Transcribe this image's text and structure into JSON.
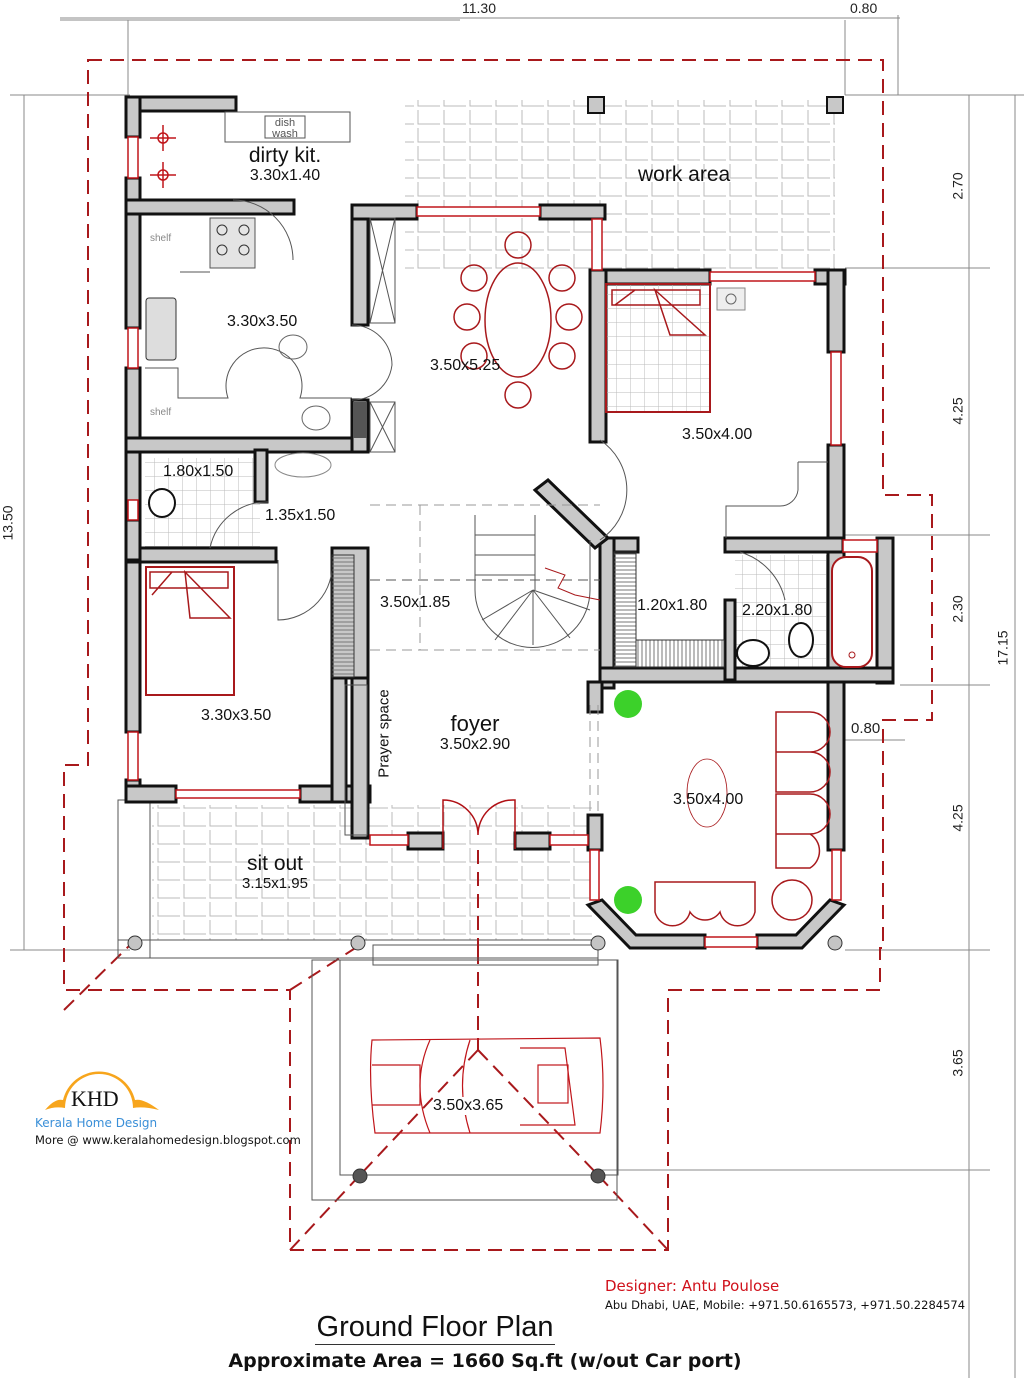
{
  "plan": {
    "title": "Ground Floor Plan",
    "subtitle": "Approximate Area = 1660 Sq.ft (w/out Car port)",
    "colors": {
      "wall_fill": "#c8c8c8",
      "wall_stroke": "#111111",
      "accent_red": "#b01015",
      "plant_green": "#3cd12a",
      "logo_orange": "#f7a51c",
      "logo_blue": "#3a8fd8"
    }
  },
  "rooms": {
    "dirty_kitchen": {
      "name": "dirty kit.",
      "size": "3.30x1.40",
      "fixture": "dish wash"
    },
    "kitchen": {
      "size": "3.30x3.50",
      "shelf_1": "shelf",
      "shelf_2": "shelf"
    },
    "work_area": {
      "name": "work area"
    },
    "dining": {
      "size": "3.50x5.25"
    },
    "bedroom_ne": {
      "size": "3.50x4.00"
    },
    "toilet_w": {
      "size": "1.80x1.50"
    },
    "wash": {
      "size": "1.35x1.50"
    },
    "bedroom_sw": {
      "size": "3.30x3.50"
    },
    "stair_hall": {
      "size": "3.50x1.85"
    },
    "store": {
      "size": "1.20x1.80"
    },
    "bath_e": {
      "size": "2.20x1.80"
    },
    "prayer": {
      "name": "Prayer space"
    },
    "foyer": {
      "name": "foyer",
      "size": "3.50x2.90"
    },
    "living": {
      "size": "3.50x4.00"
    },
    "sit_out": {
      "name": "sit out",
      "size": "3.15x1.95"
    },
    "car_porch": {
      "size": "3.50x3.65"
    }
  },
  "dimensions": {
    "top_main": "11.30",
    "top_right": "0.80",
    "left_total": "13.50",
    "right_1": "2.70",
    "right_2": "4.25",
    "right_3": "2.30",
    "right_4": "4.25",
    "right_5": "3.65",
    "right_total": "17.15",
    "projection": "0.80"
  },
  "logo": {
    "mark": "KHD",
    "brand": "Kerala Home Design",
    "more": "More @ www.keralahomedesign.blogspot.com"
  },
  "designer": {
    "name": "Designer: Antu Poulose",
    "contact": "Abu Dhabi, UAE, Mobile:  +971.50.6165573, +971.50.2284574"
  }
}
